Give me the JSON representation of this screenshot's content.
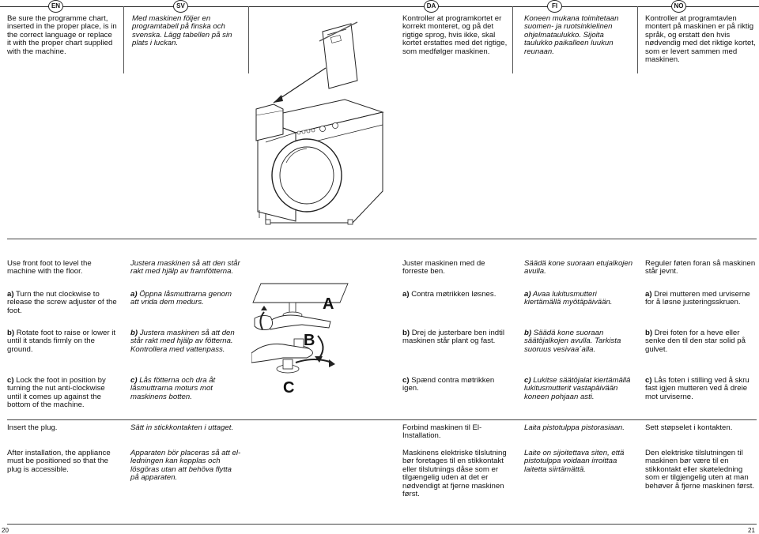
{
  "languages": {
    "en": "EN",
    "sv": "SV",
    "da": "DA",
    "fi": "FI",
    "no": "NO"
  },
  "top": {
    "en": "Be sure the programme chart, inserted in the proper place, is in the correct language or replace it with the proper chart supplied with the machine.",
    "sv": "Med maskinen följer en programtabell på finska och svenska. Lägg tabellen på sin plats i luckan.",
    "da": "Kontroller at programkortet er korrekt monteret, og på det rigtige sprog, hvis ikke, skal kortet erstattes med det rigtige, som medfølger maskinen.",
    "fi": "Koneen mukana toimitetaan suomen- ja ruotsinkielinen ohjelmataulukko. Sijoita taulukko paikalleen luukun reunaan.",
    "no": "Kontroller at programtavlen montert på maskinen er på riktig språk, og erstatt den hvis nødvendig med det riktige kortet, som er levert sammen med maskinen."
  },
  "level": {
    "en": "Use front foot to level the machine with the floor.",
    "sv": "Justera maskinen så att den står rakt med hjälp av framfötterna.",
    "da": "Juster maskinen med de forreste ben.",
    "fi": "Säädä kone suoraan etujalkojen avulla.",
    "no": "Reguler føten foran så maskinen står jevnt."
  },
  "step_a": {
    "label": "a)",
    "en": "Turn the nut clockwise to release the screw adjuster of the foot.",
    "sv": "Öppna låsmuttrarna genom att vrida dem medurs.",
    "da": "Contra møtrikken løsnes.",
    "fi": "Avaa lukitusmutteri kiertämällä myötäpäivään.",
    "no": "Drei mutteren med urviserne for å løsne justeringsskruen."
  },
  "step_b": {
    "label": "b)",
    "en": "Rotate foot to raise or lower it until it stands firmly on the ground.",
    "sv": "Justera maskinen så att den står rakt med hjälp av fötterna. Kontrollera med vattenpass.",
    "da": "Drej de justerbare ben indtil maskinen står plant og fast.",
    "fi": "Säädä kone suoraan säätöjalkojen avulla. Tarkista suoruus vesivaa´alla.",
    "no": "Drei foten for a heve eller senke den til den star solid på gulvet."
  },
  "step_c": {
    "label": "c)",
    "en": "Lock the foot in position by turning the nut anti-clockwise until it comes up against the bottom of the machine.",
    "sv": "Lås fötterna och dra åt låsmuttrarna moturs mot maskinens botten.",
    "da": "Spænd contra møtrikken igen.",
    "fi": "Lukitse säätöjalat kiertämällä lukitusmutterit vastapäivään koneen pohjaan asti.",
    "no": "Lås foten i stilling ved å skru fast igjen mutteren ved å dreie mot urviserne."
  },
  "plug": {
    "en": "Insert the plug.",
    "sv": "Sätt in stickkontakten i uttaget.",
    "da": "Forbind maskinen til El-Installation.",
    "fi": "Laita pistotulppa pistorasiaan.",
    "no": "Sett støpselet i kontakten."
  },
  "access": {
    "en": "After installation, the appliance must be positioned so that the plug is accessible.",
    "sv": "Apparaten bör placeras så att el-ledningen kan kopplas och lösgöras utan att behöva flytta på apparaten.",
    "da": "Maskinens elektriske tilslutning bør foretages til en stikkontakt eller tilslutnings dåse som er tilgængelig uden at det er nødvendigt at fjerne maskinen først.",
    "fi": "Laite on sijoitettava siten, että pistotulppa voidaan irroittaa laitetta siirtämättä.",
    "no": "Den elektriske tilslutningen til maskinen bør være til en stikkontakt eller skøteledning som er tilgjengelig uten at man behøver å fjerne maskinen først."
  },
  "figure_labels": {
    "a": "A",
    "b": "B",
    "c": "C"
  },
  "pages": {
    "left": "20",
    "right": "21"
  }
}
